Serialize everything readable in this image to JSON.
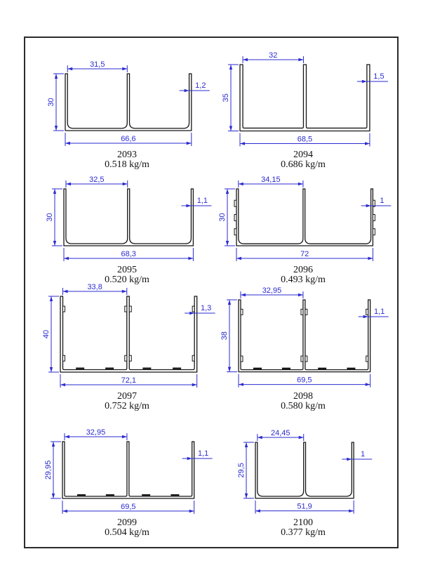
{
  "sheet": {
    "background": "#ffffff",
    "border_color": "#2b2b2b"
  },
  "colors": {
    "dimension": "#2b2bd0",
    "profile_outline": "#161616",
    "label_text": "#111111"
  },
  "units_note": "kg/m",
  "profiles": [
    {
      "code": "2093",
      "weight": "0.518 kg/m",
      "dims": {
        "top_width": "31,5",
        "height": "30",
        "bottom_width": "66,6",
        "thickness": "1,2"
      },
      "shape": {
        "rounded_corners": true,
        "outer_ribs": false,
        "inner_ribs": false,
        "bottom_dashes": false
      }
    },
    {
      "code": "2094",
      "weight": "0.686 kg/m",
      "dims": {
        "top_width": "32",
        "height": "35",
        "bottom_width": "68,5",
        "thickness": "1,5"
      },
      "shape": {
        "rounded_corners": false,
        "outer_ribs": false,
        "inner_ribs": false,
        "bottom_dashes": false
      }
    },
    {
      "code": "2095",
      "weight": "0.520 kg/m",
      "dims": {
        "top_width": "32,5",
        "height": "30",
        "bottom_width": "68,3",
        "thickness": "1,1"
      },
      "shape": {
        "rounded_corners": true,
        "outer_ribs": false,
        "inner_ribs": false,
        "bottom_dashes": false
      }
    },
    {
      "code": "2096",
      "weight": "0.493 kg/m",
      "dims": {
        "top_width": "34,15",
        "height": "30",
        "bottom_width": "72",
        "thickness": "1"
      },
      "shape": {
        "rounded_corners": true,
        "outer_ribs": true,
        "inner_ribs": false,
        "bottom_dashes": false
      }
    },
    {
      "code": "2097",
      "weight": "0.752 kg/m",
      "dims": {
        "top_width": "33,8",
        "height": "40",
        "bottom_width": "72,1",
        "thickness": "1,3"
      },
      "shape": {
        "rounded_corners": false,
        "outer_ribs": false,
        "inner_ribs": true,
        "bottom_dashes": true
      }
    },
    {
      "code": "2098",
      "weight": "0.580 kg/m",
      "dims": {
        "top_width": "32,95",
        "height": "38",
        "bottom_width": "69,5",
        "thickness": "1,1"
      },
      "shape": {
        "rounded_corners": false,
        "outer_ribs": false,
        "inner_ribs": true,
        "bottom_dashes": true
      }
    },
    {
      "code": "2099",
      "weight": "0.504 kg/m",
      "dims": {
        "top_width": "32,95",
        "height": "29,95",
        "bottom_width": "69,5",
        "thickness": "1,1"
      },
      "shape": {
        "rounded_corners": false,
        "outer_ribs": false,
        "inner_ribs": false,
        "bottom_dashes": true
      }
    },
    {
      "code": "2100",
      "weight": "0.377 kg/m",
      "dims": {
        "top_width": "24,45",
        "height": "29,5",
        "bottom_width": "51,9",
        "thickness": "1"
      },
      "shape": {
        "rounded_corners": true,
        "outer_ribs": false,
        "inner_ribs": false,
        "bottom_dashes": false
      }
    }
  ]
}
